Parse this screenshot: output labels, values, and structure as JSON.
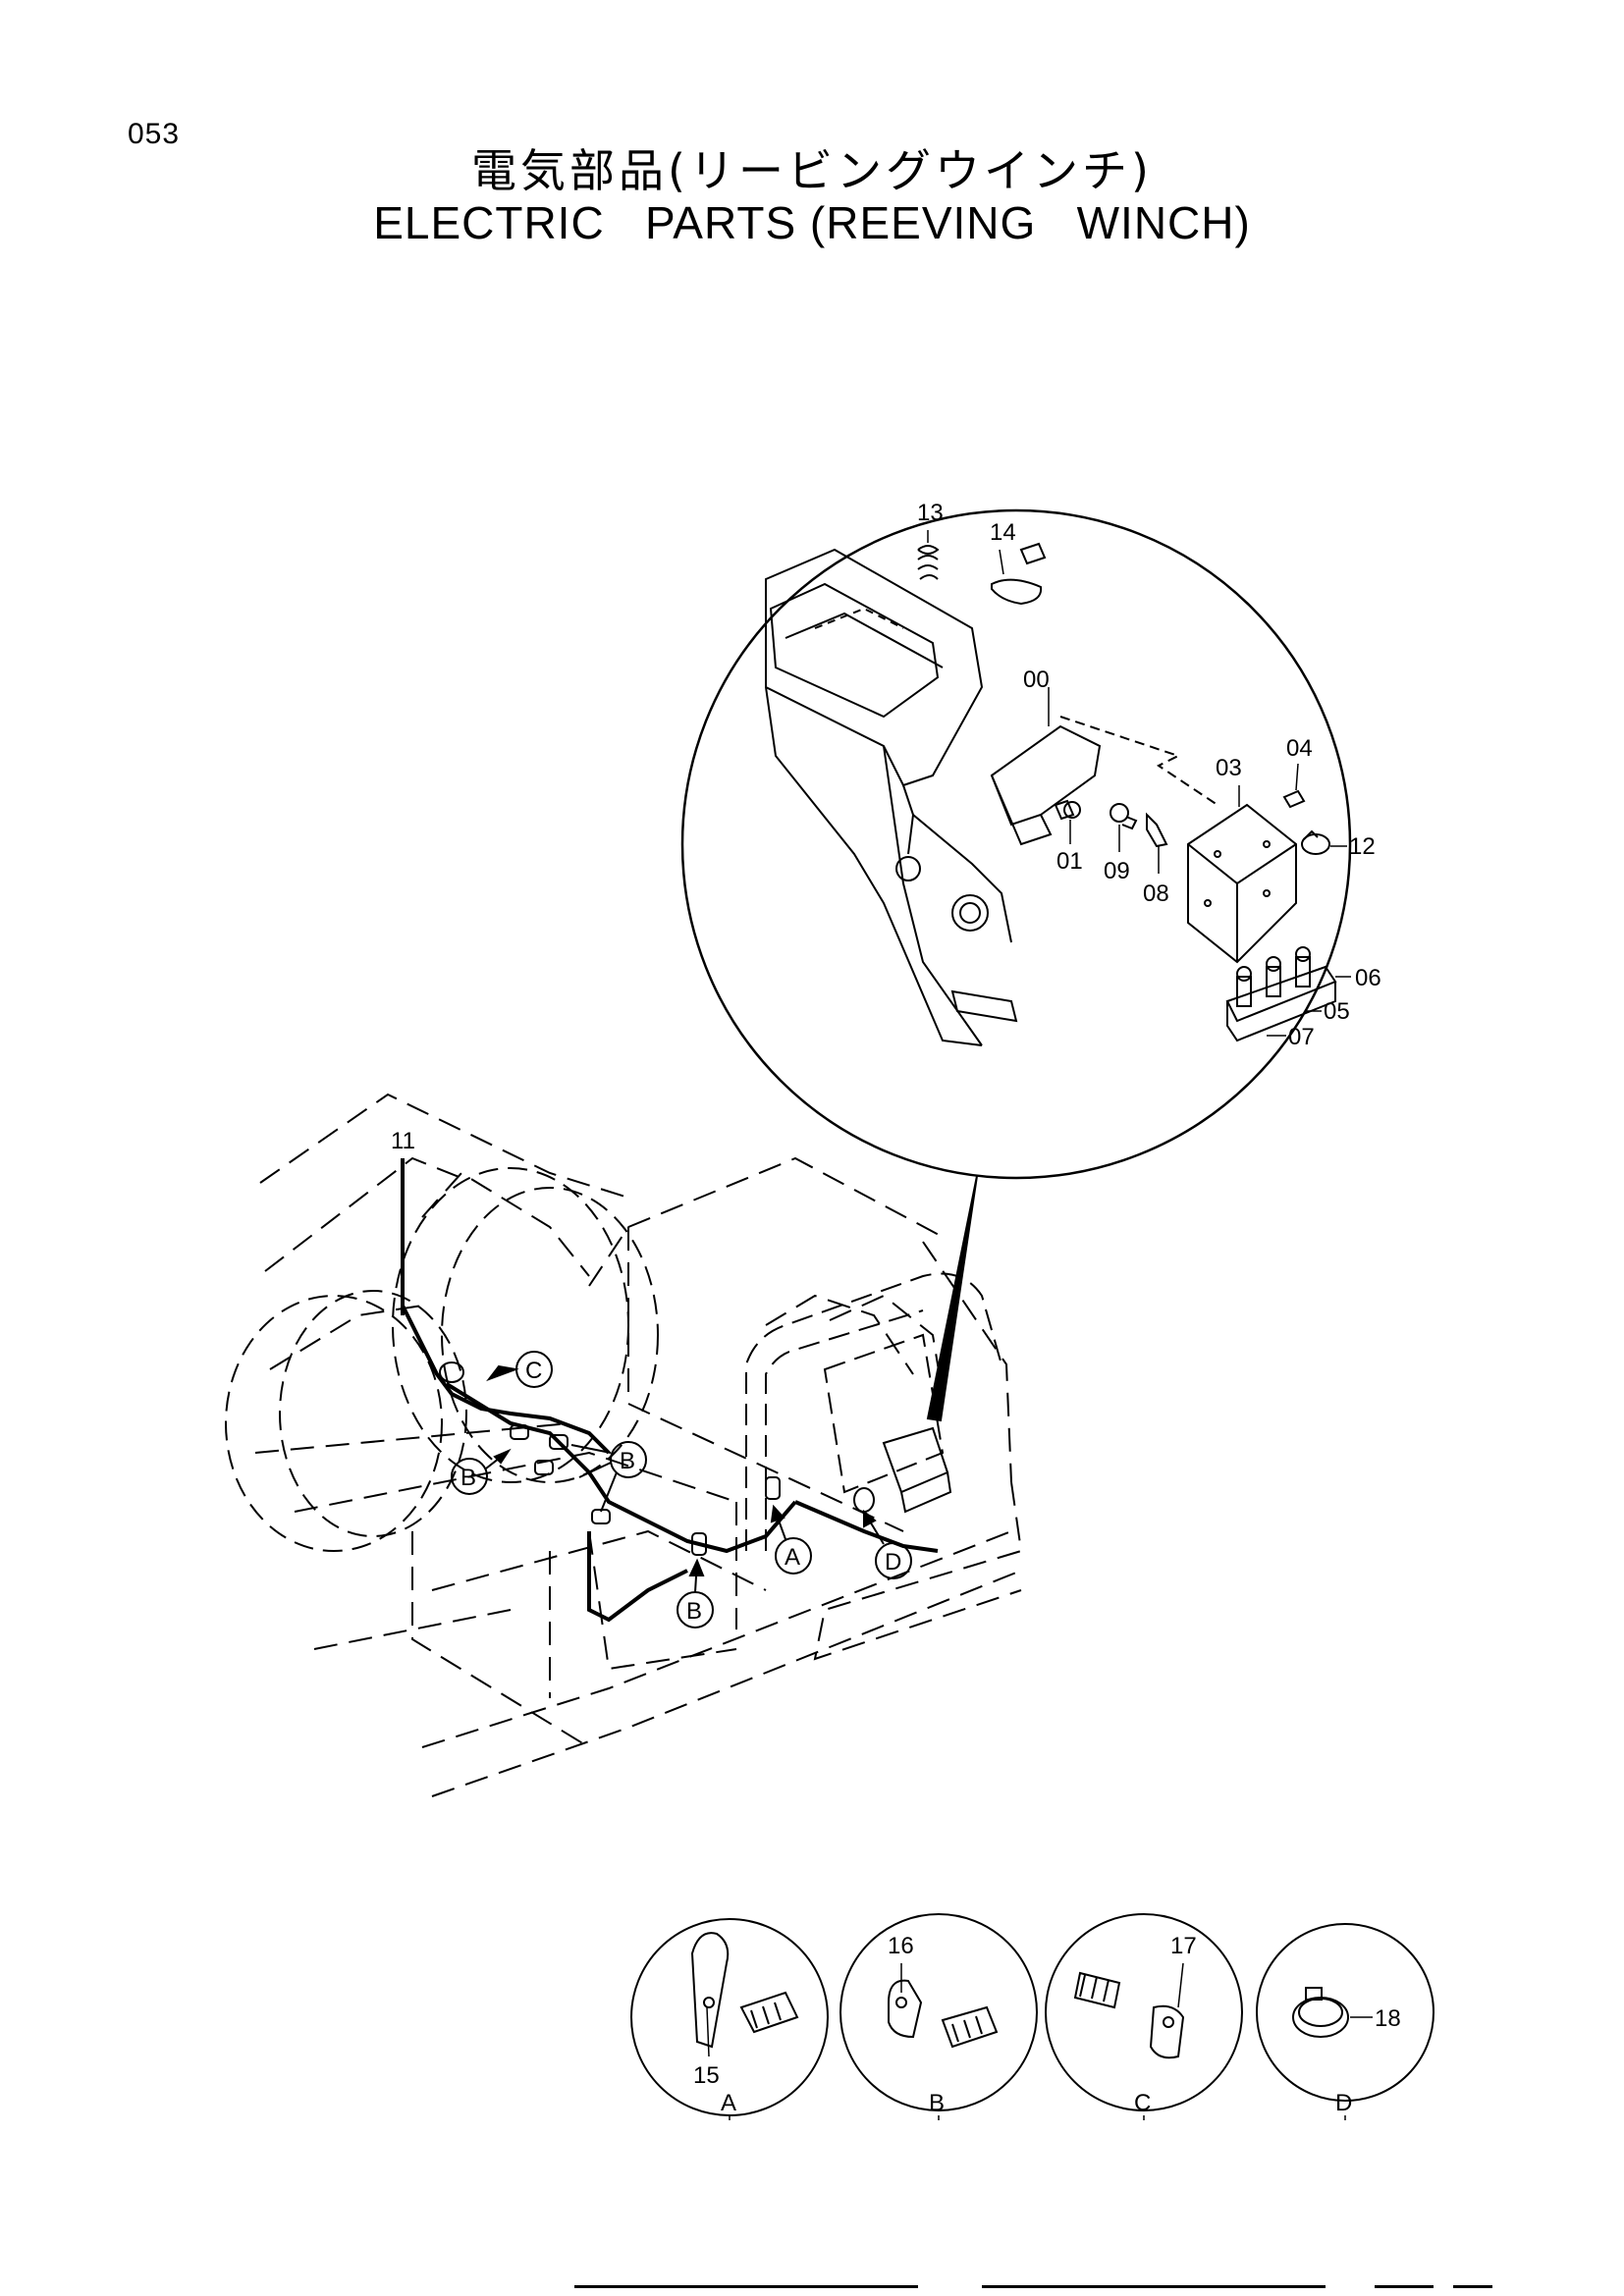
{
  "header": {
    "page_number": "053",
    "title_jp": "電気部品(リービングウインチ)",
    "title_en": "ELECTRIC   PARTS (REEVING   WINCH)"
  },
  "callouts": {
    "p13": "13",
    "p14": "14",
    "p00": "00",
    "p03": "03",
    "p04": "04",
    "p01": "01",
    "p09": "09",
    "p08": "08",
    "p12": "12",
    "p06": "06",
    "p05": "05",
    "p07": "07",
    "p11": "11",
    "p15": "15",
    "p16": "16",
    "p17": "17",
    "p18": "18"
  },
  "detail_refs": {
    "a": "A",
    "b": "B",
    "c": "C",
    "d": "D"
  }
}
